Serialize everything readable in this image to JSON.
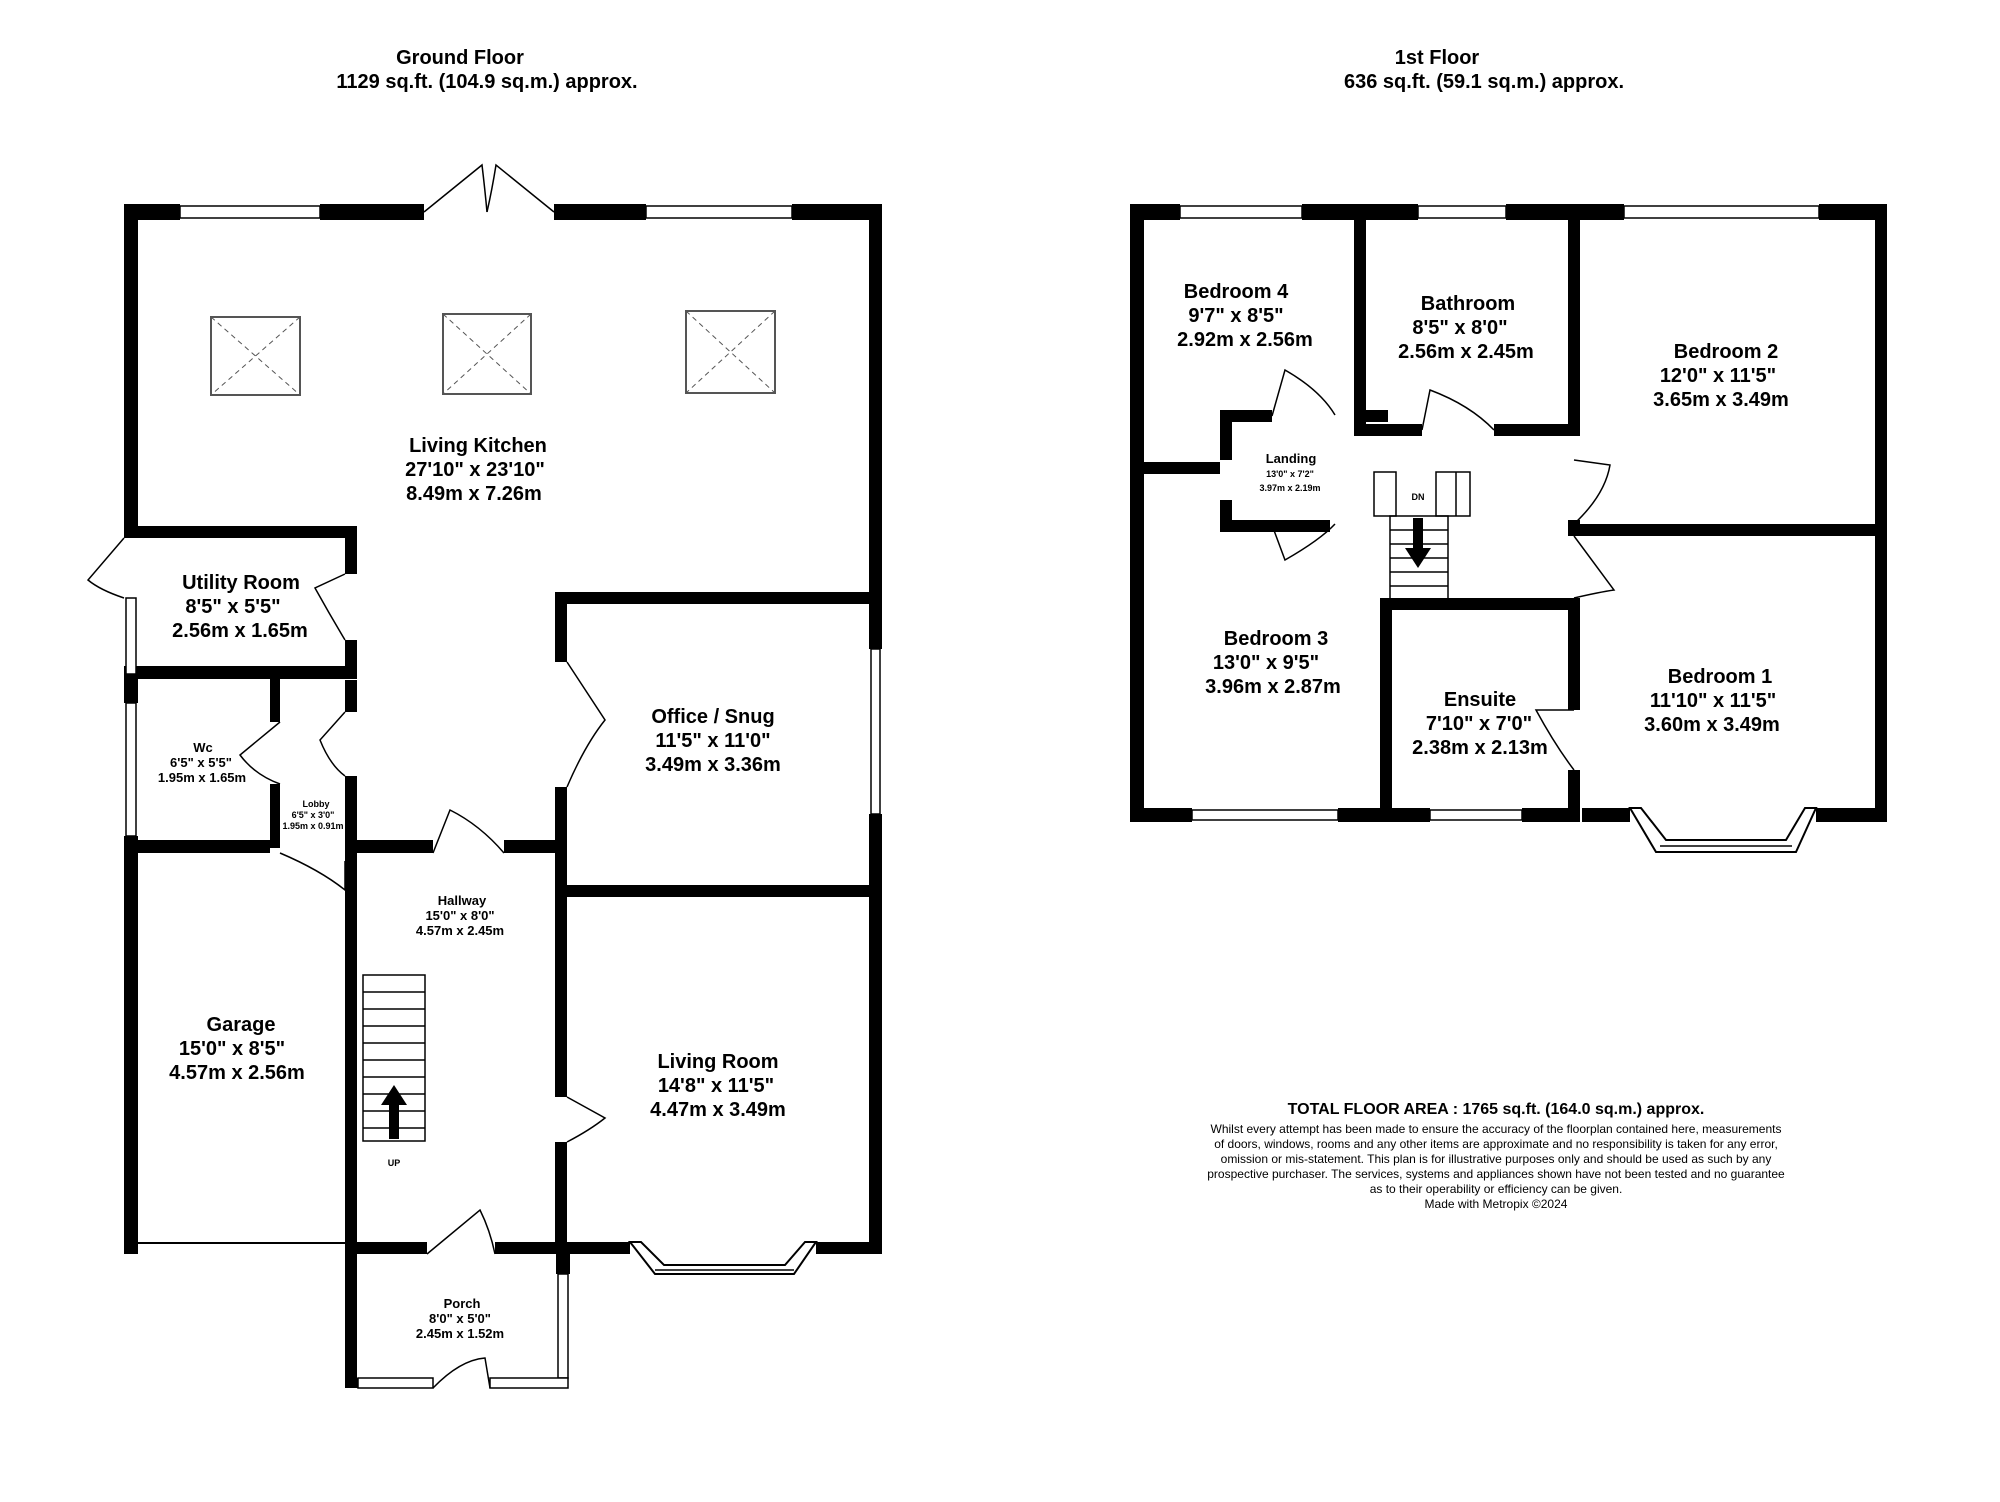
{
  "floors": {
    "ground": {
      "title": "Ground Floor",
      "area": "1129 sq.ft. (104.9 sq.m.) approx."
    },
    "first": {
      "title": "1st Floor",
      "area": "636 sq.ft. (59.1 sq.m.) approx."
    }
  },
  "rooms": {
    "living_kitchen": {
      "name": "Living Kitchen",
      "imperial": "27'10\"  x 23'10\"",
      "metric": "8.49m  x 7.26m"
    },
    "utility_room": {
      "name": "Utility Room",
      "imperial": "8'5\"  x 5'5\"",
      "metric": "2.56m  x 1.65m"
    },
    "wc": {
      "name": "Wc",
      "imperial": "6'5\"  x 5'5\"",
      "metric": "1.95m  x 1.65m"
    },
    "lobby": {
      "name": "Lobby",
      "imperial": "6'5\"  x 3'0\"",
      "metric": "1.95m  x 0.91m"
    },
    "office_snug": {
      "name": "Office / Snug",
      "imperial": "11'5\"  x 11'0\"",
      "metric": "3.49m  x 3.36m"
    },
    "hallway": {
      "name": "Hallway",
      "imperial": "15'0\"  x 8'0\"",
      "metric": "4.57m  x 2.45m"
    },
    "garage": {
      "name": "Garage",
      "imperial": "15'0\"  x 8'5\"",
      "metric": "4.57m  x 2.56m"
    },
    "living_room": {
      "name": "Living Room",
      "imperial": "14'8\"  x 11'5\"",
      "metric": "4.47m  x 3.49m"
    },
    "porch": {
      "name": "Porch",
      "imperial": "8'0\"  x 5'0\"",
      "metric": "2.45m  x 1.52m"
    },
    "bedroom_4": {
      "name": "Bedroom 4",
      "imperial": "9'7\"  x 8'5\"",
      "metric": "2.92m  x 2.56m"
    },
    "bathroom": {
      "name": "Bathroom",
      "imperial": "8'5\"  x 8'0\"",
      "metric": "2.56m  x 2.45m"
    },
    "bedroom_2": {
      "name": "Bedroom 2",
      "imperial": "12'0\"  x 11'5\"",
      "metric": "3.65m  x 3.49m"
    },
    "landing": {
      "name": "Landing",
      "imperial": "13'0\"  x 7'2\"",
      "metric": "3.97m  x 2.19m"
    },
    "bedroom_3": {
      "name": "Bedroom 3",
      "imperial": "13'0\"  x 9'5\"",
      "metric": "3.96m  x 2.87m"
    },
    "ensuite": {
      "name": "Ensuite",
      "imperial": "7'10\"  x 7'0\"",
      "metric": "2.38m  x 2.13m"
    },
    "bedroom_1": {
      "name": "Bedroom 1",
      "imperial": "11'10\"  x 11'5\"",
      "metric": "3.60m  x 3.49m"
    }
  },
  "stairs": {
    "up_label": "UP",
    "down_label": "DN"
  },
  "footer": {
    "total": "TOTAL FLOOR AREA : 1765 sq.ft. (164.0 sq.m.) approx.",
    "disclaimer": [
      "Whilst every attempt has been made to ensure the accuracy of the floorplan contained here, measurements",
      "of doors, windows, rooms and any other items are approximate and no responsibility is taken for any error,",
      "omission or mis-statement. This plan is for illustrative purposes only and should be used as such by any",
      "prospective purchaser. The services, systems and appliances shown have not been tested and no guarantee",
      "as to their operability or efficiency can be given."
    ],
    "credit": "Made with Metropix ©2024"
  },
  "colors": {
    "wall": "#000000",
    "background": "#ffffff",
    "window": "#ffffff"
  }
}
